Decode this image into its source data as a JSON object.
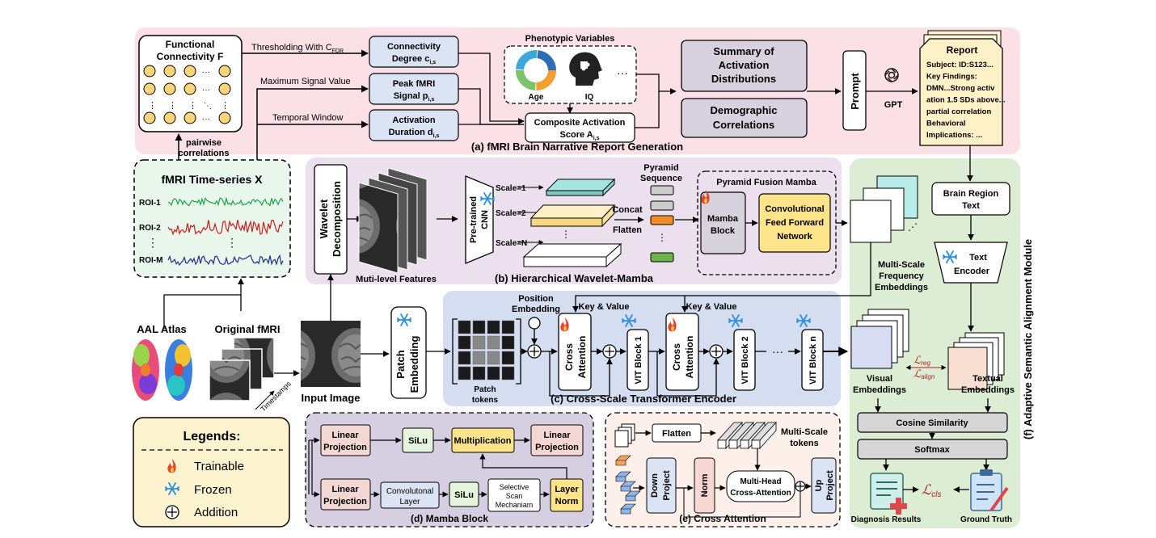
{
  "sectionA": {
    "caption": "(a) fMRI Brain Narrative Report Generation",
    "fc_line1": "Functional",
    "fc_line2": "Connectivity F",
    "edge_threshold": "Thresholding With C",
    "edge_threshold_sub": "FDR",
    "edge_max": "Maximum Signal Value",
    "edge_window": "Temporal Window",
    "cd_line1": "Connectivity",
    "cd_line2": "Degree c",
    "cd_sub": "i,s",
    "pk_line1": "Peak fMRI",
    "pk_line2": "Signal p",
    "pk_sub": "i,s",
    "ad_line1": "Activation",
    "ad_line2": "Duration d",
    "ad_sub": "i,s",
    "pheno_title": "Phenotypic Variables",
    "age": "Age",
    "iq": "IQ",
    "dots": "···",
    "cas_line1": "Composite Activation",
    "cas_line2": "Score A",
    "cas_sub": "i,s",
    "summary_line1": "Summary of",
    "summary_line2": "Activation",
    "summary_line3": "Distributions",
    "demo_line1": "Demographic",
    "demo_line2": "Correlations",
    "prompt": "Prompt",
    "gpt": "GPT",
    "pairwise_line1": "pairwise",
    "pairwise_line2": "correlations"
  },
  "report": {
    "title": "Report",
    "lines": [
      "Subject: ID:S123...",
      "Key Findings:",
      "DMN...Strong activ",
      "ation 1.5 SDs above...",
      "partial correlation",
      "Behavioral",
      "Implications: ..."
    ]
  },
  "timeseries": {
    "title": "fMRI Time-series X",
    "roi1": "ROI-1",
    "roi2": "ROI-2",
    "roim": "ROI-M",
    "vdots": "⋮"
  },
  "sectionB": {
    "caption": "(b) Hierarchical Wavelet-Mamba",
    "wavelet_line1": "Wavelet",
    "wavelet_line2": "Decomposition",
    "multilevel": "Muti-level Features",
    "cnn_line1": "Pre-trained",
    "cnn_line2": "CNN",
    "scale1": "Scale=1",
    "scale2": "Scale=2",
    "scaleN": "Scale=N",
    "concat": "Concat",
    "flatten": "Flatten",
    "pyramid_line1": "Pyramid",
    "pyramid_line2": "Sequence",
    "pfm_title": "Pyramid Fusion Mamba",
    "mamba_line1": "Mamba",
    "mamba_line2": "Block",
    "cffn_line1": "Convolutional",
    "cffn_line2": "Feed Forward",
    "cffn_line3": "Network"
  },
  "embeddings": {
    "msfe_line1": "Multi-Scale",
    "msfe_line2": "Frequency",
    "msfe_line3": "Embeddings"
  },
  "sectionF": {
    "caption": "(f) Adaptive Semantic Alignment Module",
    "brt_line1": "Brain Region",
    "brt_line2": "Text",
    "te_line1": "Text",
    "te_line2": "Encoder",
    "visual_line1": "Visual",
    "visual_line2": "Embeddings",
    "textual_line1": "Textual",
    "textual_line2": "Embeddings",
    "lreg": "reg",
    "lalign": "align",
    "cosine": "Cosine Similarity",
    "softmax": "Softmax",
    "lcls": "cls",
    "diagnosis": "Diagnosis Results",
    "ground_truth": "Ground Truth"
  },
  "sectionC": {
    "caption": "(c) Cross-Scale Transformer Encoder",
    "pos_line1": "Position",
    "pos_line2": "Embedding",
    "kv1": "Key & Value",
    "kv2": "Key & Value",
    "cross_line1": "Cross",
    "cross_line2": "Attention",
    "vit1": "VIT Block 1",
    "vit2": "VIT Block 2",
    "vitn": "VIT Block n",
    "patch_tokens_line1": "Patch",
    "patch_tokens_line2": "tokens",
    "patch_emb_line1": "Patch",
    "patch_emb_line2": "Embedding",
    "hdots": "···"
  },
  "inputs": {
    "aal": "AAL Atlas",
    "original": "Original fMRI",
    "timestamps": "Timestamps",
    "input_image": "Input Image"
  },
  "legend": {
    "title": "Legends:",
    "trainable": "Trainable",
    "frozen": "Frozen",
    "addition": "Addition"
  },
  "sectionD": {
    "caption": "(d) Mamba Block",
    "lp1_line1": "Linear",
    "lp1_line2": "Projection",
    "silu1": "SiLu",
    "mult": "Multiplication",
    "lp2_line1": "Linear",
    "lp2_line2": "Projection",
    "lp3_line1": "Linear",
    "lp3_line2": "Projection",
    "conv_line1": "Convolutonal",
    "conv_line2": "Layer",
    "silu2": "SiLu",
    "ssm_line1": "Selective",
    "ssm_line2": "Scan",
    "ssm_line3": "Mechaniam",
    "ln_line1": "Layer",
    "ln_line2": "Norm"
  },
  "sectionE": {
    "caption": "(e) Cross Attention",
    "flatten": "Flatten",
    "mst_line1": "Multi-Scale",
    "mst_line2": "tokens",
    "down_line1": "Down",
    "down_line2": "Project",
    "norm": "Norm",
    "mhca_line1": "Multi-Head",
    "mhca_line2": "Cross-Attention",
    "up_line1": "Up",
    "up_line2": "Project"
  }
}
